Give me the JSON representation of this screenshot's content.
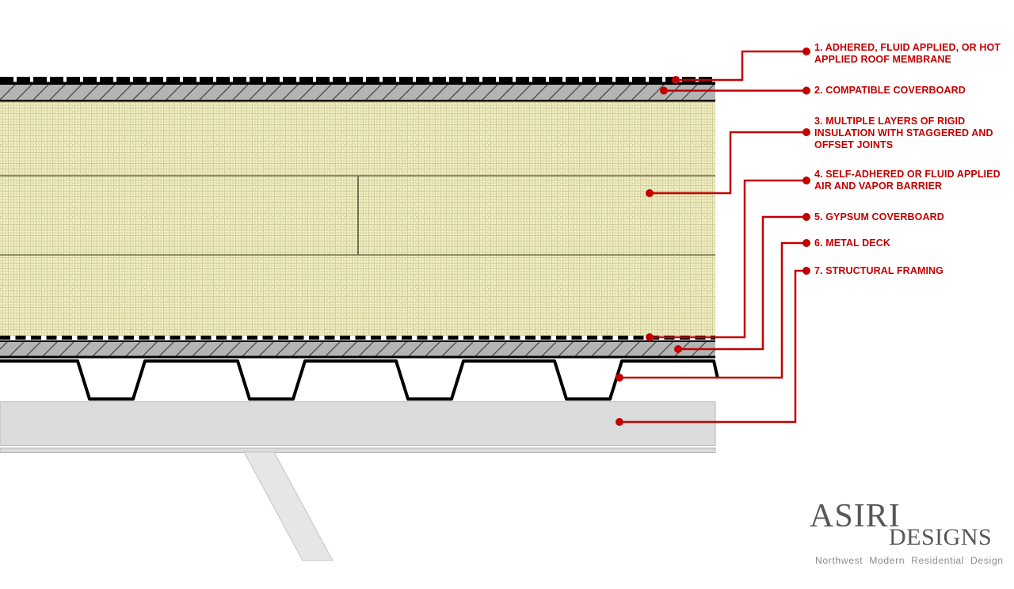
{
  "callouts": [
    {
      "id": "roof-membrane",
      "text": "1. ADHERED, FLUID APPLIED, OR HOT\nAPPLIED ROOF MEMBRANE"
    },
    {
      "id": "coverboard",
      "text": "2. COMPATIBLE COVERBOARD"
    },
    {
      "id": "rigid-insulation",
      "text": "3. MULTIPLE LAYERS OF RIGID\nINSULATION WITH STAGGERED AND\nOFFSET JOINTS"
    },
    {
      "id": "vapor-barrier",
      "text": "4. SELF-ADHERED OR FLUID APPLIED\nAIR AND VAPOR BARRIER"
    },
    {
      "id": "gypsum-coverboard",
      "text": "5. GYPSUM COVERBOARD"
    },
    {
      "id": "metal-deck",
      "text": "6. METAL DECK"
    },
    {
      "id": "structural-framing",
      "text": "7. STRUCTURAL FRAMING"
    }
  ],
  "logo": {
    "primary": "ASIRI",
    "secondary": "DESIGNS",
    "tagline": "Northwest Modern Residential Design"
  },
  "colors": {
    "callout_red": "#c20000",
    "insulation_fill": "#efecbc",
    "coverboard_gray": "#b4b4b4",
    "framing_gray": "#dcdcdc",
    "line_black": "#000000",
    "logo_gray": "#57575b",
    "tagline_gray": "#8c8c8c"
  }
}
